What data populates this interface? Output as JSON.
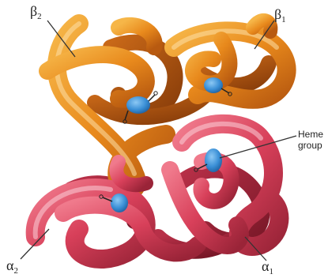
{
  "labels": {
    "beta2": {
      "greek": "β",
      "sub": "2"
    },
    "beta1": {
      "greek": "β",
      "sub": "1"
    },
    "alpha2": {
      "greek": "α",
      "sub": "2"
    },
    "alpha1": {
      "greek": "α",
      "sub": "1"
    },
    "heme": {
      "line1": "Heme",
      "line2": "group"
    }
  },
  "colors": {
    "beta_chain": "#e8891c",
    "beta_chain_dark": "#b85a10",
    "alpha_chain": "#d8405a",
    "alpha_chain_dark": "#9a2438",
    "heme": "#3a8fd6",
    "leader": "#333333"
  }
}
